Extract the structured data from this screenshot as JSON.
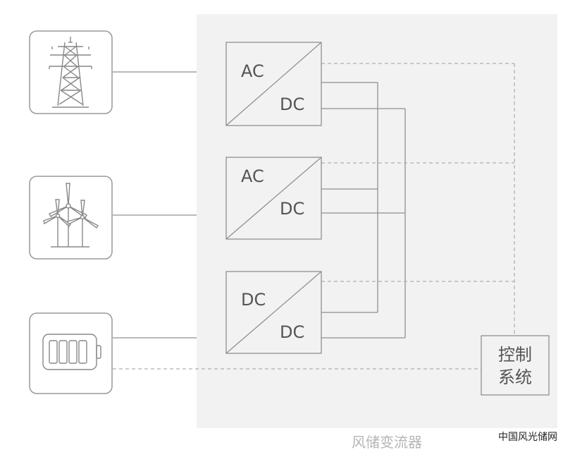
{
  "converters": [
    {
      "top": "AC",
      "bottom": "DC"
    },
    {
      "top": "AC",
      "bottom": "DC"
    },
    {
      "top": "DC",
      "bottom": "DC"
    }
  ],
  "control": {
    "line1": "控制",
    "line2": "系统"
  },
  "caption": "风储变流器",
  "watermark": "中国风光储网",
  "colors": {
    "panel": "#f2f2f2",
    "line": "#909090",
    "dashed": "#b0b0b0",
    "icon_border": "#999999"
  }
}
